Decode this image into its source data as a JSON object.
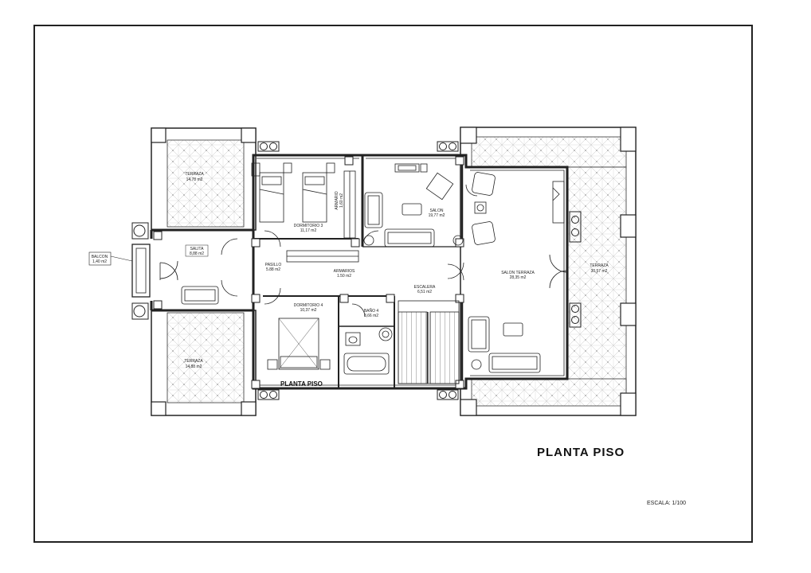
{
  "sheet_title": "PLANTA PISO",
  "plan_caption": "PLANTA PISO",
  "scale_label": "ESCALA: 1/100",
  "rooms": {
    "terraza_nw": [
      "TERRAZA",
      "14,78 m2"
    ],
    "terraza_sw": [
      "TERRAZA",
      "14,88 m2"
    ],
    "terraza_e": [
      "TERRAZA",
      "30,57 m2"
    ],
    "balcon": [
      "BALCON",
      "1,40 m2"
    ],
    "salita": [
      "SALITA",
      "8,88 m2"
    ],
    "dormitorio3": [
      "DORMITORIO 3",
      "11,17 m2"
    ],
    "armario": [
      "ARMARIO",
      "1,60 m2"
    ],
    "pasillo": [
      "PASILLO",
      "5.88 m2"
    ],
    "armarios": [
      "ARMARIOS",
      "1.50 m2"
    ],
    "dormitorio4": [
      "DORMITORIO 4",
      "10,37 m2"
    ],
    "bano": [
      "BAÑO 4",
      "8,66 m2"
    ],
    "escalera": [
      "ESCALERA",
      "6,51 m2"
    ],
    "salon": [
      "SALON",
      "19,77 m2"
    ],
    "salon_terraza": [
      "SALON TERRAZA",
      "28,35 m2"
    ]
  },
  "colors": {
    "line": "#222222",
    "tile": "#b9b9b9",
    "background": "#ffffff"
  }
}
